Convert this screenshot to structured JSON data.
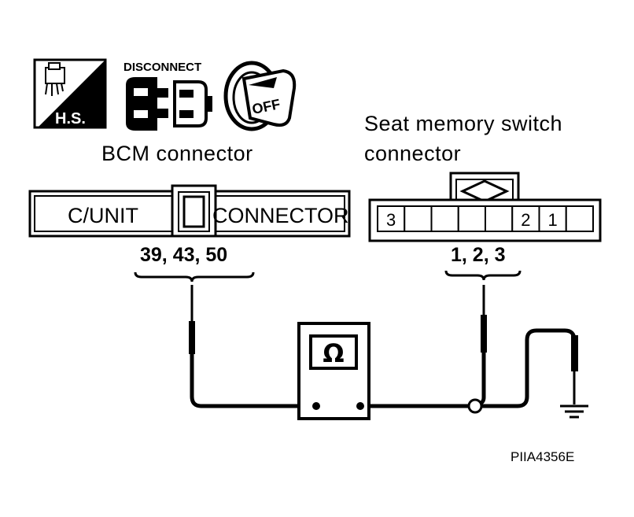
{
  "icons": {
    "hs_label": "H.S.",
    "disconnect_label": "DISCONNECT",
    "off_label": "OFF"
  },
  "bcm": {
    "title": "BCM connector",
    "unit_text": "C/UNIT",
    "connector_text": "CONNECTOR",
    "pins": "39, 43, 50"
  },
  "seat": {
    "title_line1": "Seat memory switch",
    "title_line2": "connector",
    "cells": [
      "3",
      "",
      "",
      "",
      "",
      "2",
      "1",
      ""
    ],
    "pins": "1, 2, 3"
  },
  "meter": {
    "symbol": "Ω"
  },
  "figure_code": "PIIA4356E",
  "colors": {
    "line": "#000000",
    "background": "#ffffff"
  }
}
